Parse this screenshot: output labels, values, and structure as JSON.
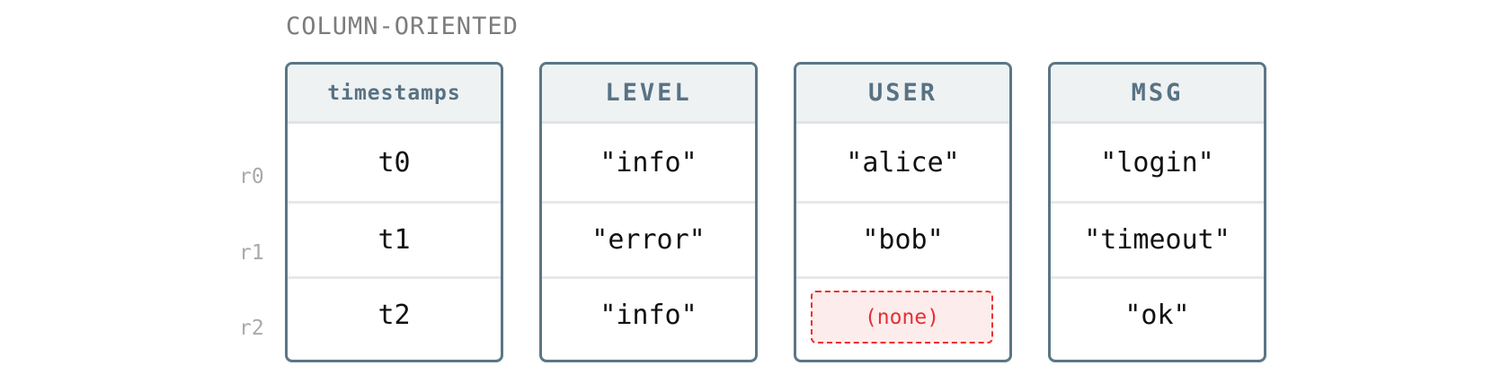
{
  "title": "COLUMN-ORIENTED",
  "row_labels": [
    "r0",
    "r1",
    "r2"
  ],
  "columns": [
    {
      "header": "timestamps",
      "cells": [
        "t0",
        "t1",
        "t2"
      ]
    },
    {
      "header": "LEVEL",
      "cells": [
        "\"info\"",
        "\"error\"",
        "\"info\""
      ]
    },
    {
      "header": "USER",
      "cells": [
        "\"alice\"",
        "\"bob\"",
        "(none)"
      ]
    },
    {
      "header": "MSG",
      "cells": [
        "\"login\"",
        "\"timeout\"",
        "\"ok\""
      ]
    }
  ],
  "colors": {
    "column_border": "#5b7686",
    "header_background": "#eef2f3",
    "header_text": "#587283",
    "null_border": "#ee2f33",
    "null_background": "#fdecec"
  }
}
